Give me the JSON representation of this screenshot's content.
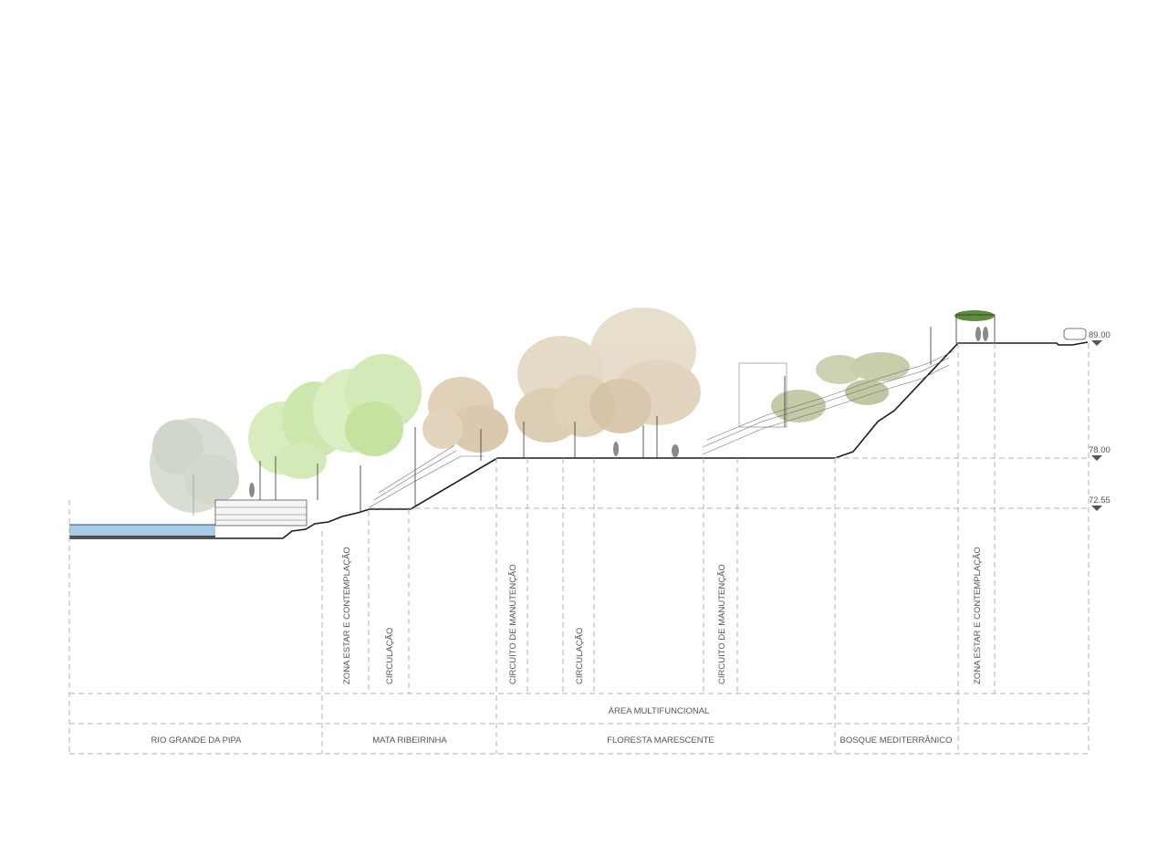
{
  "elevations": [
    "89.00",
    "78.00",
    "72.55"
  ],
  "vertical_labels": [
    "ZONA ESTAR E CONTEMPLAÇÃO",
    "CIRCULAÇÃO",
    "CIRCUITO DE MANUTENÇÃO",
    "CIRCULAÇÃO",
    "CIRCUITO DE MANUTENÇÃO",
    "ZONA ESTAR E CONTEMPLAÇÃO"
  ],
  "band_top": {
    "label": "ÁREA MULTIFUNCIONAL"
  },
  "zones": [
    "RIO GRANDE DA PIPA",
    "MATA RIBEIRINHA",
    "FLORESTA MARESCENTE",
    "BOSQUE MEDITERRÂNICO",
    ""
  ],
  "colors": {
    "water": "#a9cbe6",
    "willow": "#c9d1c0",
    "light_green": "#c8e6a8",
    "tan": "#d9c8ad",
    "olive": "#b9c39a",
    "line": "#1a1a1a",
    "dash": "#b3b3b3",
    "text": "#555555"
  }
}
